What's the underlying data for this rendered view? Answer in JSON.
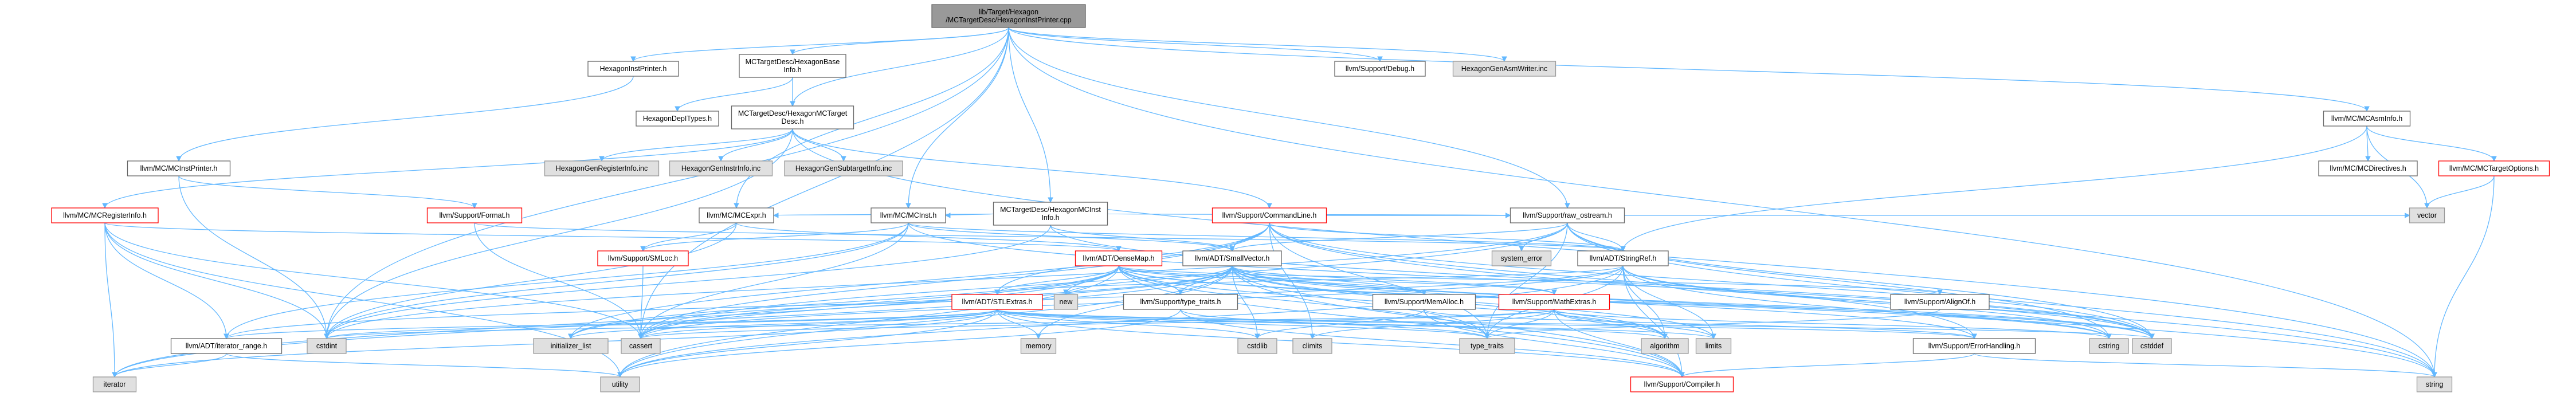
{
  "diagram": {
    "kind": "include-dependency-graph",
    "colors": {
      "edge": "#63b8ff",
      "focus_fill": "#999999",
      "normal_fill": "#ffffff",
      "normal_border": "#666666",
      "truncated_border": "#ff0000",
      "system_fill": "#e0e0e0",
      "system_border": "#999999"
    },
    "nodes": [
      {
        "id": "root",
        "lines": [
          "lib/Target/Hexagon",
          "/MCTargetDesc/HexagonInstPrinter.cpp"
        ],
        "style": "focus"
      },
      {
        "id": "hip_h",
        "lines": [
          "HexagonInstPrinter.h"
        ],
        "style": "normal"
      },
      {
        "id": "mchbi",
        "lines": [
          "MCTargetDesc/HexagonBase",
          "Info.h"
        ],
        "style": "normal"
      },
      {
        "id": "debug",
        "lines": [
          "llvm/Support/Debug.h"
        ],
        "style": "normal"
      },
      {
        "id": "asmw",
        "lines": [
          "HexagonGenAsmWriter.inc"
        ],
        "style": "system"
      },
      {
        "id": "deptypes",
        "lines": [
          "HexagonDepITypes.h"
        ],
        "style": "normal"
      },
      {
        "id": "mcdesc",
        "lines": [
          "MCTargetDesc/HexagonMCTarget",
          "Desc.h"
        ],
        "style": "normal"
      },
      {
        "id": "asminfo",
        "lines": [
          "llvm/MC/MCAsmInfo.h"
        ],
        "style": "normal"
      },
      {
        "id": "mcinstprinter",
        "lines": [
          "llvm/MC/MCInstPrinter.h"
        ],
        "style": "normal"
      },
      {
        "id": "reginfo_inc",
        "lines": [
          "HexagonGenRegisterInfo.inc"
        ],
        "style": "system"
      },
      {
        "id": "instinfo_inc",
        "lines": [
          "HexagonGenInstrInfo.inc"
        ],
        "style": "system"
      },
      {
        "id": "subtarget_inc",
        "lines": [
          "HexagonGenSubtargetInfo.inc"
        ],
        "style": "system"
      },
      {
        "id": "mcdirectives",
        "lines": [
          "llvm/MC/MCDirectives.h"
        ],
        "style": "normal"
      },
      {
        "id": "mctargetoptions",
        "lines": [
          "llvm/MC/MCTargetOptions.h"
        ],
        "style": "truncated"
      },
      {
        "id": "mcreginfo",
        "lines": [
          "llvm/MC/MCRegisterInfo.h"
        ],
        "style": "truncated"
      },
      {
        "id": "format",
        "lines": [
          "llvm/Support/Format.h"
        ],
        "style": "truncated"
      },
      {
        "id": "mcinstinfo",
        "lines": [
          "MCTargetDesc/HexagonMCInst",
          "Info.h"
        ],
        "style": "normal"
      },
      {
        "id": "commandline",
        "lines": [
          "llvm/Support/CommandLine.h"
        ],
        "style": "truncated"
      },
      {
        "id": "mcexpr",
        "lines": [
          "llvm/MC/MCExpr.h"
        ],
        "style": "normal"
      },
      {
        "id": "mcinst",
        "lines": [
          "llvm/MC/MCInst.h"
        ],
        "style": "normal"
      },
      {
        "id": "raw_ostream",
        "lines": [
          "llvm/Support/raw_ostream.h"
        ],
        "style": "normal"
      },
      {
        "id": "vector",
        "lines": [
          "vector"
        ],
        "style": "system"
      },
      {
        "id": "smloc",
        "lines": [
          "llvm/Support/SMLoc.h"
        ],
        "style": "truncated"
      },
      {
        "id": "densemap",
        "lines": [
          "llvm/ADT/DenseMap.h"
        ],
        "style": "truncated"
      },
      {
        "id": "smallvector",
        "lines": [
          "llvm/ADT/SmallVector.h"
        ],
        "style": "normal"
      },
      {
        "id": "system_error",
        "lines": [
          "system_error"
        ],
        "style": "system"
      },
      {
        "id": "stringref",
        "lines": [
          "llvm/ADT/StringRef.h"
        ],
        "style": "normal"
      },
      {
        "id": "new",
        "lines": [
          "new"
        ],
        "style": "system"
      },
      {
        "id": "stlextras",
        "lines": [
          "llvm/ADT/STLExtras.h"
        ],
        "style": "truncated"
      },
      {
        "id": "typetraits_h",
        "lines": [
          "llvm/Support/type_traits.h"
        ],
        "style": "normal"
      },
      {
        "id": "memalloc",
        "lines": [
          "llvm/Support/MemAlloc.h"
        ],
        "style": "normal"
      },
      {
        "id": "mathextras",
        "lines": [
          "llvm/Support/MathExtras.h"
        ],
        "style": "truncated"
      },
      {
        "id": "alignof",
        "lines": [
          "llvm/Support/AlignOf.h"
        ],
        "style": "normal"
      },
      {
        "id": "iterator_range",
        "lines": [
          "llvm/ADT/iterator_range.h"
        ],
        "style": "normal"
      },
      {
        "id": "cstdint",
        "lines": [
          "cstdint"
        ],
        "style": "system"
      },
      {
        "id": "initializer_list",
        "lines": [
          "initializer_list"
        ],
        "style": "system"
      },
      {
        "id": "cassert",
        "lines": [
          "cassert"
        ],
        "style": "system"
      },
      {
        "id": "memory",
        "lines": [
          "memory"
        ],
        "style": "system"
      },
      {
        "id": "cstdlib",
        "lines": [
          "cstdlib"
        ],
        "style": "system"
      },
      {
        "id": "climits",
        "lines": [
          "climits"
        ],
        "style": "system"
      },
      {
        "id": "type_traits",
        "lines": [
          "type_traits"
        ],
        "style": "system"
      },
      {
        "id": "algorithm",
        "lines": [
          "algorithm"
        ],
        "style": "system"
      },
      {
        "id": "limits",
        "lines": [
          "limits"
        ],
        "style": "system"
      },
      {
        "id": "errorhandling",
        "lines": [
          "llvm/Support/ErrorHandling.h"
        ],
        "style": "normal"
      },
      {
        "id": "cstring",
        "lines": [
          "cstring"
        ],
        "style": "system"
      },
      {
        "id": "cstddef",
        "lines": [
          "cstddef"
        ],
        "style": "system"
      },
      {
        "id": "iterator",
        "lines": [
          "iterator"
        ],
        "style": "system"
      },
      {
        "id": "utility",
        "lines": [
          "utility"
        ],
        "style": "system"
      },
      {
        "id": "compiler",
        "lines": [
          "llvm/Support/Compiler.h"
        ],
        "style": "truncated"
      },
      {
        "id": "string",
        "lines": [
          "string"
        ],
        "style": "system"
      }
    ],
    "edges": [
      [
        "root",
        "hip_h"
      ],
      [
        "root",
        "mchbi"
      ],
      [
        "root",
        "mcdesc"
      ],
      [
        "root",
        "mcinstinfo"
      ],
      [
        "root",
        "debug"
      ],
      [
        "root",
        "asmw"
      ],
      [
        "root",
        "asminfo"
      ],
      [
        "root",
        "mcinst"
      ],
      [
        "root",
        "raw_ostream"
      ],
      [
        "root",
        "mcexpr"
      ],
      [
        "root",
        "cassert"
      ],
      [
        "root",
        "cstdint"
      ],
      [
        "root",
        "string"
      ],
      [
        "hip_h",
        "mcinstprinter"
      ],
      [
        "mchbi",
        "deptypes"
      ],
      [
        "mchbi",
        "mcdesc"
      ],
      [
        "mcdesc",
        "commandline"
      ],
      [
        "mcdesc",
        "mcreginfo"
      ],
      [
        "mcdesc",
        "reginfo_inc"
      ],
      [
        "mcdesc",
        "instinfo_inc"
      ],
      [
        "mcdesc",
        "subtarget_inc"
      ],
      [
        "mcdesc",
        "cstdint"
      ],
      [
        "mcdesc",
        "string"
      ],
      [
        "asminfo",
        "mcdirectives"
      ],
      [
        "asminfo",
        "mctargetoptions"
      ],
      [
        "asminfo",
        "stringref"
      ],
      [
        "asminfo",
        "vector"
      ],
      [
        "mctargetoptions",
        "string"
      ],
      [
        "mctargetoptions",
        "vector"
      ],
      [
        "mcinstprinter",
        "format"
      ],
      [
        "mcinstprinter",
        "cstdint"
      ],
      [
        "mcreginfo",
        "iterator_range"
      ],
      [
        "mcreginfo",
        "cstdint"
      ],
      [
        "mcreginfo",
        "iterator"
      ],
      [
        "mcreginfo",
        "utility"
      ],
      [
        "mcreginfo",
        "cassert"
      ],
      [
        "mcreginfo",
        "densemap"
      ],
      [
        "format",
        "stringref"
      ],
      [
        "format",
        "cassert"
      ],
      [
        "format",
        "cstdio"
      ],
      [
        "mcinstinfo",
        "smallvector"
      ],
      [
        "mcinstinfo",
        "mcexpr"
      ],
      [
        "mcinstinfo",
        "mcinst"
      ],
      [
        "mcinstinfo",
        "raw_ostream"
      ],
      [
        "mcinstinfo",
        "cstdint"
      ],
      [
        "mcinstinfo",
        "cstddef"
      ],
      [
        "commandline",
        "stlextras"
      ],
      [
        "commandline",
        "smallvector"
      ],
      [
        "commandline",
        "stringref"
      ],
      [
        "commandline",
        "raw_ostream"
      ],
      [
        "commandline",
        "errorhandling"
      ],
      [
        "commandline",
        "cassert"
      ],
      [
        "commandline",
        "cstddef"
      ],
      [
        "commandline",
        "string"
      ],
      [
        "commandline",
        "vector"
      ],
      [
        "commandline",
        "type_traits"
      ],
      [
        "commandline",
        "initializer_list"
      ],
      [
        "commandline",
        "climits"
      ],
      [
        "mcexpr",
        "smloc"
      ],
      [
        "mcexpr",
        "densemap"
      ],
      [
        "mcexpr",
        "cstdint"
      ],
      [
        "mcinst",
        "smallvector"
      ],
      [
        "mcinst",
        "smloc"
      ],
      [
        "mcinst",
        "stringref"
      ],
      [
        "mcinst",
        "cassert"
      ],
      [
        "mcinst",
        "cstddef"
      ],
      [
        "mcinst",
        "cstdint"
      ],
      [
        "mcinst",
        "iterator_range"
      ],
      [
        "raw_ostream",
        "stringref"
      ],
      [
        "raw_ostream",
        "system_error"
      ],
      [
        "raw_ostream",
        "cassert"
      ],
      [
        "raw_ostream",
        "cstddef"
      ],
      [
        "raw_ostream",
        "cstdint"
      ],
      [
        "raw_ostream",
        "cstring"
      ],
      [
        "raw_ostream",
        "string"
      ],
      [
        "raw_ostream",
        "type_traits"
      ],
      [
        "raw_ostream",
        "smallvector"
      ],
      [
        "smloc",
        "cassert"
      ],
      [
        "densemap",
        "stlextras"
      ],
      [
        "densemap",
        "alignof"
      ],
      [
        "densemap",
        "compiler"
      ],
      [
        "densemap",
        "mathextras"
      ],
      [
        "densemap",
        "memalloc"
      ],
      [
        "densemap",
        "typetraits_h"
      ],
      [
        "densemap",
        "algorithm"
      ],
      [
        "densemap",
        "cassert"
      ],
      [
        "densemap",
        "cstddef"
      ],
      [
        "densemap",
        "cstring"
      ],
      [
        "densemap",
        "initializer_list"
      ],
      [
        "densemap",
        "iterator"
      ],
      [
        "densemap",
        "new"
      ],
      [
        "densemap",
        "type_traits"
      ],
      [
        "densemap",
        "utility"
      ],
      [
        "smallvector",
        "compiler"
      ],
      [
        "smallvector",
        "memalloc"
      ],
      [
        "smallvector",
        "typetraits_h"
      ],
      [
        "smallvector",
        "algorithm"
      ],
      [
        "smallvector",
        "cassert"
      ],
      [
        "smallvector",
        "cstddef"
      ],
      [
        "smallvector",
        "cstdlib"
      ],
      [
        "smallvector",
        "cstring"
      ],
      [
        "smallvector",
        "functional"
      ],
      [
        "smallvector",
        "initializer_list"
      ],
      [
        "smallvector",
        "iterator"
      ],
      [
        "smallvector",
        "limits"
      ],
      [
        "smallvector",
        "memory"
      ],
      [
        "smallvector",
        "new"
      ],
      [
        "smallvector",
        "type_traits"
      ],
      [
        "smallvector",
        "utility"
      ],
      [
        "smallvector",
        "errorhandling"
      ],
      [
        "smallvector",
        "mathextras"
      ],
      [
        "stringref",
        "stlextras"
      ],
      [
        "stringref",
        "compiler"
      ],
      [
        "stringref",
        "algorithm"
      ],
      [
        "stringref",
        "cassert"
      ],
      [
        "stringref",
        "cstddef"
      ],
      [
        "stringref",
        "cstring"
      ],
      [
        "stringref",
        "limits"
      ],
      [
        "stringref",
        "string"
      ],
      [
        "stringref",
        "type_traits"
      ],
      [
        "stringref",
        "utility"
      ],
      [
        "stringref",
        "iterator_range"
      ],
      [
        "stlextras",
        "iterator_range"
      ],
      [
        "stlextras",
        "compiler"
      ],
      [
        "stlextras",
        "algorithm"
      ],
      [
        "stlextras",
        "cassert"
      ],
      [
        "stlextras",
        "cstddef"
      ],
      [
        "stlextras",
        "cstdint"
      ],
      [
        "stlextras",
        "cstdlib"
      ],
      [
        "stlextras",
        "initializer_list"
      ],
      [
        "stlextras",
        "iterator"
      ],
      [
        "stlextras",
        "memory"
      ],
      [
        "stlextras",
        "type_traits"
      ],
      [
        "stlextras",
        "utility"
      ],
      [
        "stlextras",
        "errorhandling"
      ],
      [
        "stlextras",
        "limits"
      ],
      [
        "typetraits_h",
        "compiler"
      ],
      [
        "typetraits_h",
        "type_traits"
      ],
      [
        "typetraits_h",
        "utility"
      ],
      [
        "memalloc",
        "compiler"
      ],
      [
        "memalloc",
        "errorhandling"
      ],
      [
        "memalloc",
        "cstdlib"
      ],
      [
        "mathextras",
        "compiler"
      ],
      [
        "mathextras",
        "algorithm"
      ],
      [
        "mathextras",
        "cassert"
      ],
      [
        "mathextras",
        "climits"
      ],
      [
        "mathextras",
        "cstdint"
      ],
      [
        "mathextras",
        "cstring"
      ],
      [
        "mathextras",
        "limits"
      ],
      [
        "mathextras",
        "type_traits"
      ],
      [
        "alignof",
        "type_traits"
      ],
      [
        "iterator_range",
        "utility"
      ],
      [
        "iterator_range",
        "iterator"
      ],
      [
        "errorhandling",
        "compiler"
      ],
      [
        "errorhandling",
        "string"
      ]
    ]
  }
}
